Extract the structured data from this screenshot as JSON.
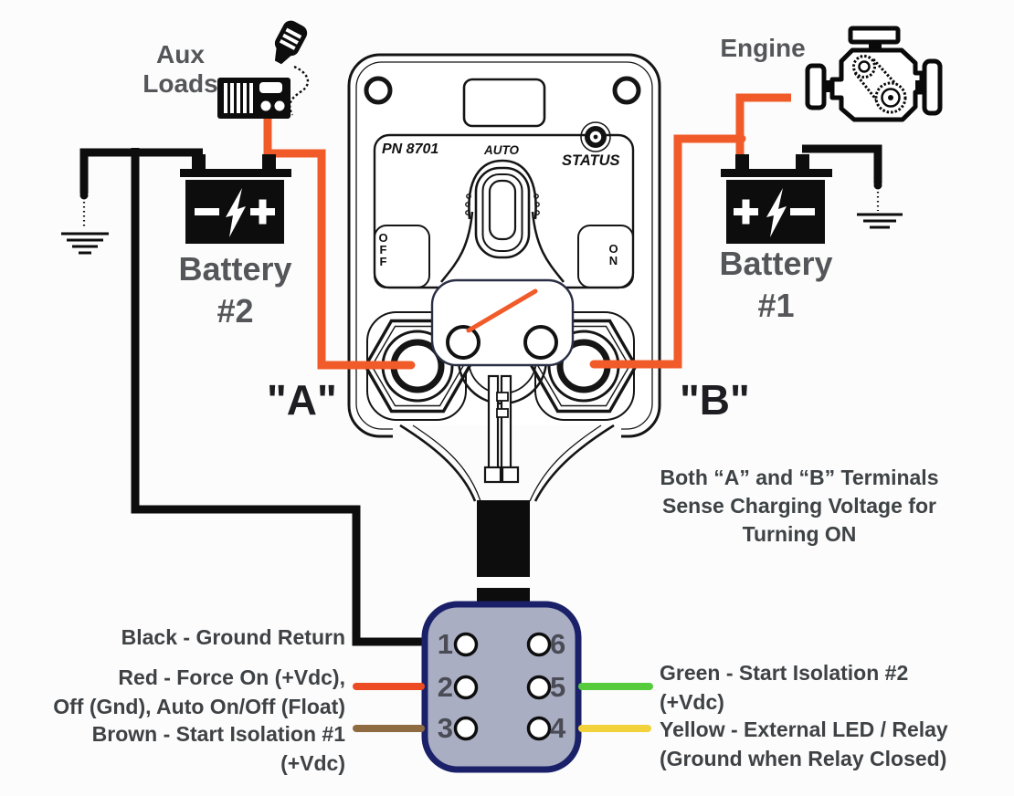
{
  "labels": {
    "aux_line1": "Aux",
    "aux_line2": "Loads",
    "engine": "Engine",
    "battery2_line1": "Battery",
    "battery2_line2": "#2",
    "battery1_line1": "Battery",
    "battery1_line2": "#1",
    "terminal_a": "\"A\"",
    "terminal_b": "\"B\""
  },
  "relay": {
    "part_number": "PN 8701",
    "auto": "AUTO",
    "status": "STATUS",
    "off": "OFF",
    "on": "ON"
  },
  "note": {
    "line1": "Both “A” and “B” Terminals",
    "line2": "Sense Charging Voltage for",
    "line3": "Turning ON"
  },
  "connector": {
    "pins": {
      "p1": "1",
      "p2": "2",
      "p3": "3",
      "p4": "4",
      "p5": "5",
      "p6": "6"
    }
  },
  "wire_labels": {
    "black_line1": "Black - Ground Return",
    "red_line1": "Red - Force On (+Vdc),",
    "red_line2": "Off (Gnd), Auto On/Off (Float)",
    "brown_line1": "Brown - Start Isolation #1",
    "brown_line2": "(+Vdc)",
    "green_line1": "Green - Start Isolation #2",
    "green_line2": "(+Vdc)",
    "yellow_line1": "Yellow - External LED / Relay",
    "yellow_line2": "(Ground when Relay Closed)"
  },
  "colors": {
    "wire_orange": "#F15B29",
    "wire_black": "#0D0D0D",
    "wire_red": "#ED4B24",
    "wire_brown": "#8F6B41",
    "wire_green": "#56CB3B",
    "wire_yellow": "#F2D23B",
    "connector_fill": "#A9AEC3",
    "connector_border": "#1B2168"
  }
}
